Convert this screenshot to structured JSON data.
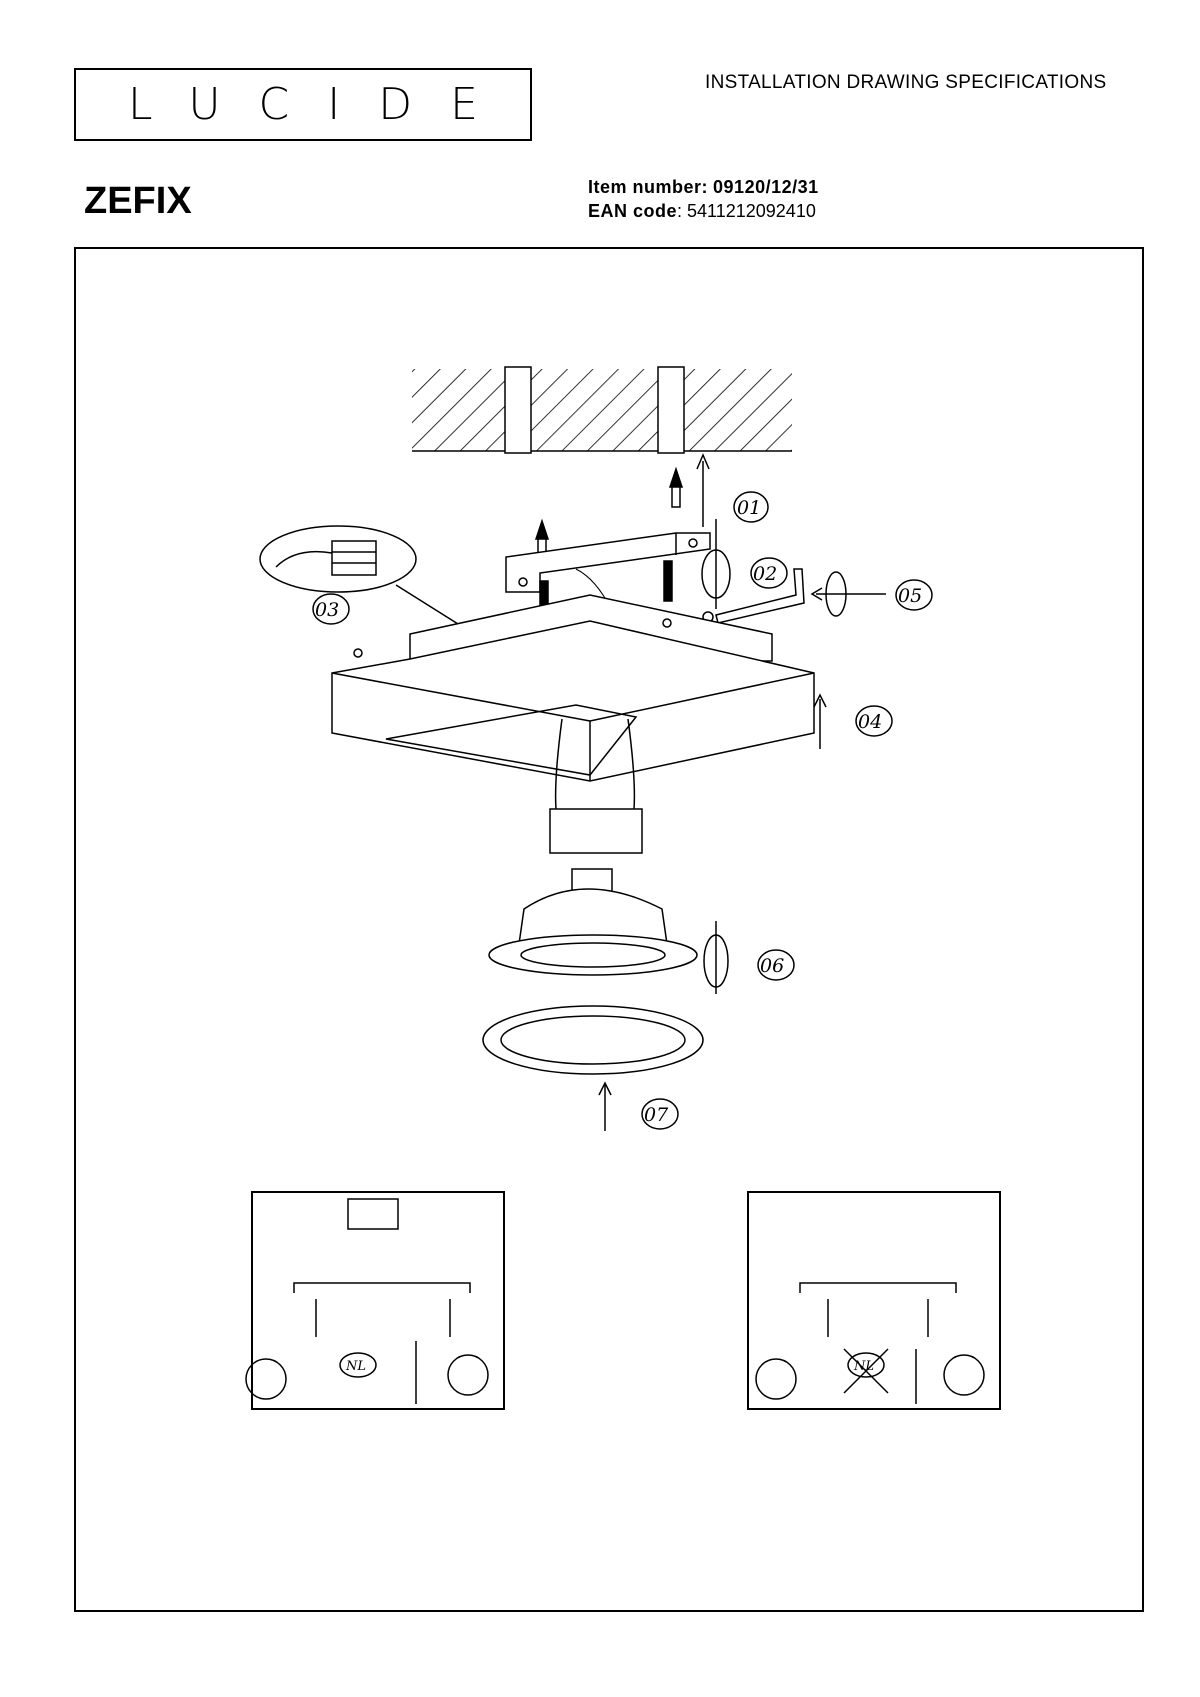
{
  "header": {
    "brand": "LUCIDE",
    "doc_type": "INSTALLATION DRAWING SPECIFICATIONS",
    "product_name": "ZEFIX",
    "item_label": "Item number:",
    "item_number": "09120/12/31",
    "ean_label": "EAN code",
    "ean_code": ": 5411212092410"
  },
  "steps": [
    "01",
    "02",
    "03",
    "04",
    "05",
    "06",
    "07"
  ],
  "inset_left": {
    "badge": "NL"
  },
  "inset_right": {
    "badge": "NL"
  }
}
